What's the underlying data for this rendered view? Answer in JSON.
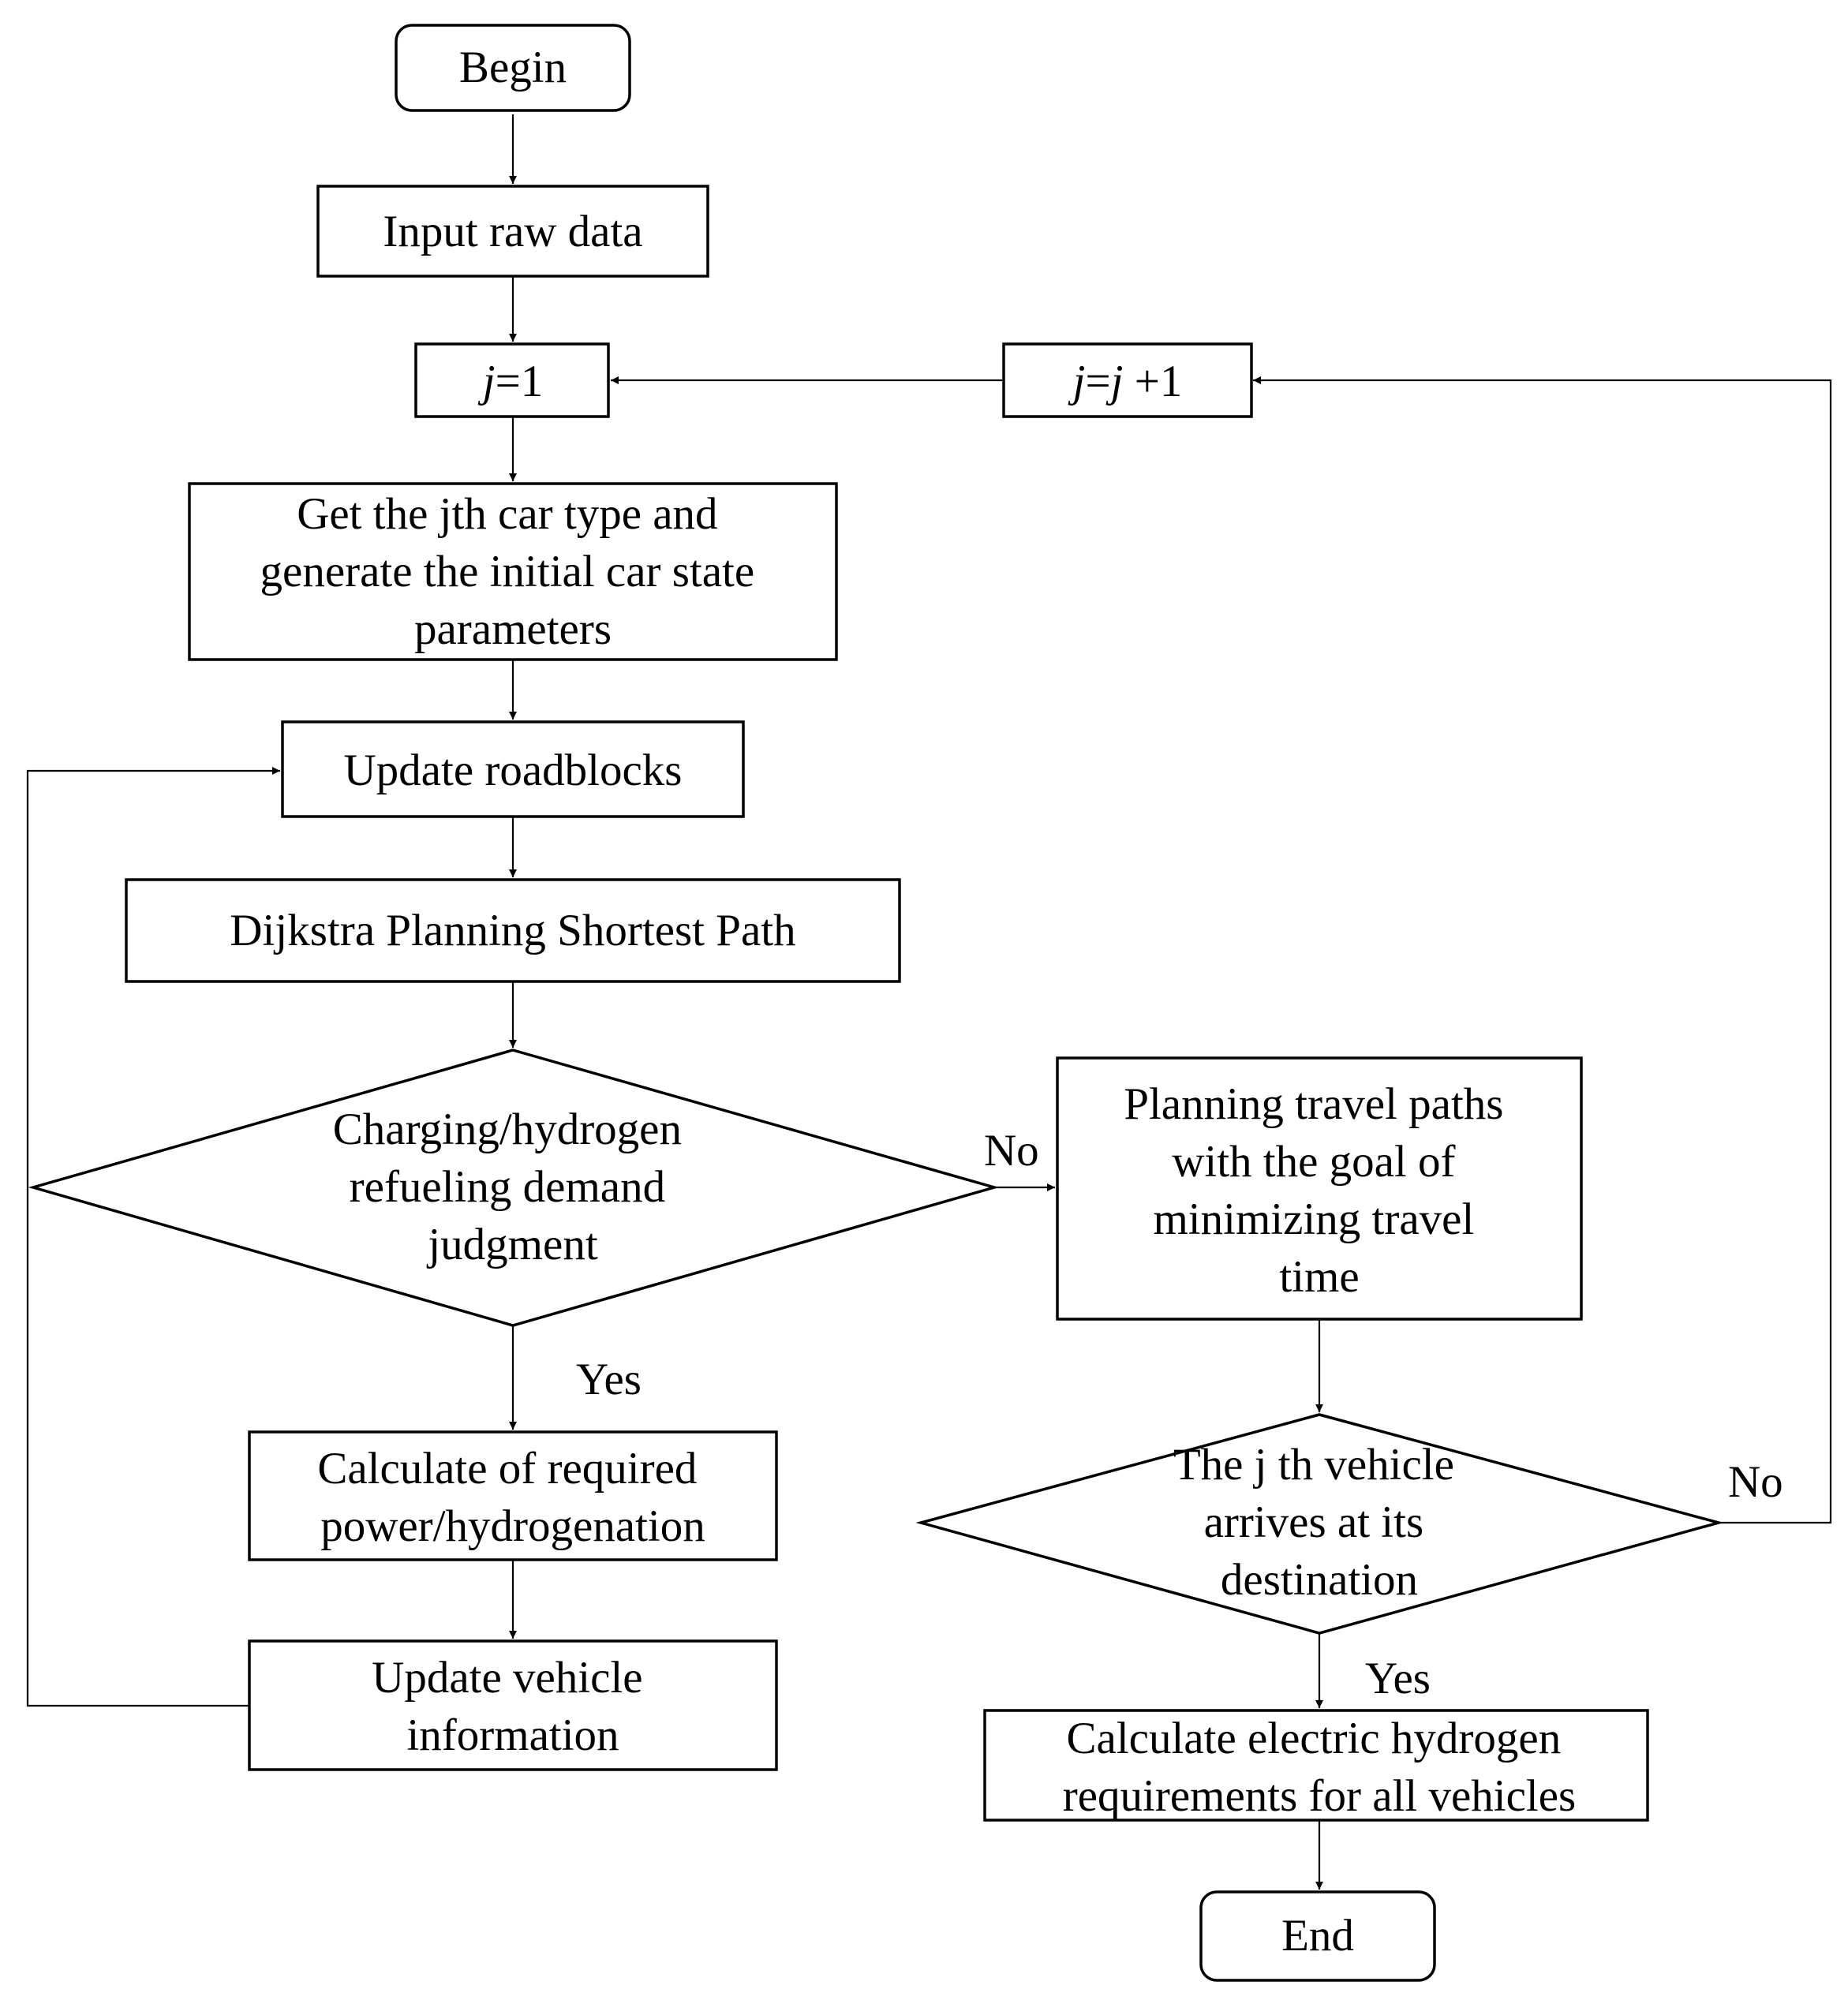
{
  "nodes": {
    "begin": "Begin",
    "input": "Input raw data",
    "j_init_var": "j",
    "j_init_rest": "=1",
    "j_inc_var1": "j",
    "j_inc_eq": "=",
    "j_inc_var2": "j",
    "j_inc_rest": " +1",
    "get_car": [
      "Get the jth car type  and",
      "generate the initial car state",
      "parameters"
    ],
    "roadblocks": "Update roadblocks",
    "dijkstra": "Dijkstra Planning Shortest Path",
    "demand": [
      "Charging/hydrogen",
      "refueling demand",
      "judgment"
    ],
    "planning": [
      "Planning travel paths",
      "with the goal of",
      "minimizing travel",
      "time"
    ],
    "calc_power": [
      "Calculate of required",
      "power/hydrogenation"
    ],
    "update_vehicle": [
      "Update vehicle",
      "information"
    ],
    "arrives": [
      "The j th vehicle",
      "arrives at its",
      "destination"
    ],
    "calc_all": [
      "Calculate electric hydrogen",
      "requirements for all vehicles"
    ],
    "end": "End"
  },
  "edge_labels": {
    "demand_no": "No",
    "demand_yes": "Yes",
    "arrives_no": "No",
    "arrives_yes": "Yes"
  }
}
